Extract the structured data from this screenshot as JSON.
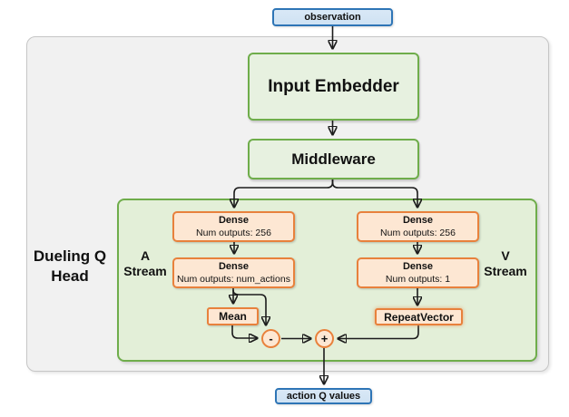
{
  "diagram": {
    "title_semantics": "Dueling DQN head architecture diagram",
    "nodes": {
      "observation": {
        "label": "observation"
      },
      "input_embedder": {
        "label": "Input Embedder"
      },
      "middleware": {
        "label": "Middleware"
      },
      "dense_a1": {
        "title": "Dense",
        "subtitle": "Num outputs: 256"
      },
      "dense_a2": {
        "title": "Dense",
        "subtitle": "Num outputs: num_actions"
      },
      "dense_v1": {
        "title": "Dense",
        "subtitle": "Num outputs: 256"
      },
      "dense_v2": {
        "title": "Dense",
        "subtitle": "Num outputs: 1"
      },
      "mean": {
        "label": "Mean"
      },
      "repeat_vector": {
        "label": "RepeatVector"
      },
      "minus_op": {
        "label": "-"
      },
      "plus_op": {
        "label": "+"
      },
      "action_q_values": {
        "label": "action Q values"
      }
    },
    "labels": {
      "dueling_head_line1": "Dueling Q",
      "dueling_head_line2": "Head",
      "a_stream_line1": "A",
      "a_stream_line2": "Stream",
      "v_stream_line1": "V",
      "v_stream_line2": "Stream"
    },
    "colors": {
      "blue_border": "#2e75b6",
      "blue_fill": "#d9e8f6",
      "green_border": "#6fad4b",
      "green_box_fill": "#e7f1e0",
      "green_group_fill": "#e3efd8",
      "orange_border": "#e8813c",
      "orange_fill": "#fde7d3",
      "outer_group_fill": "#f1f1f1",
      "outer_group_border": "#c6c6c6",
      "wire": "#1c1c1c"
    }
  }
}
